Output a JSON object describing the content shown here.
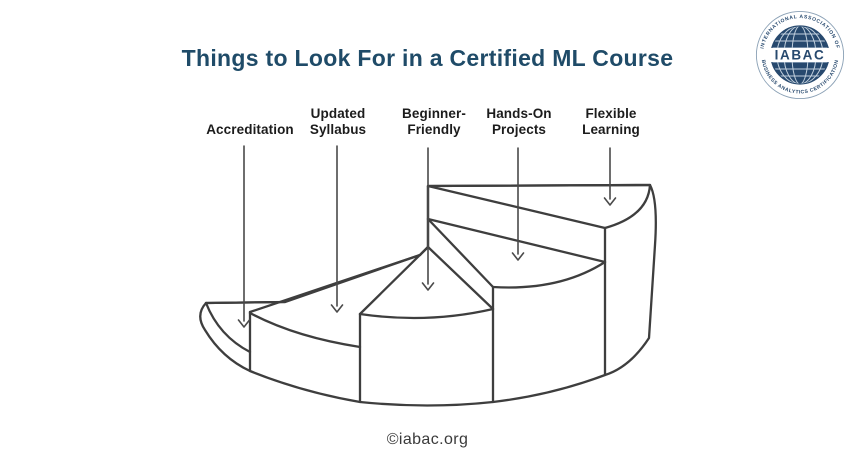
{
  "title": "Things to Look For in a Certified ML Course",
  "labels": [
    {
      "lines": [
        "Accreditation"
      ]
    },
    {
      "lines": [
        "Updated",
        "Syllabus"
      ]
    },
    {
      "lines": [
        "Beginner-",
        "Friendly"
      ]
    },
    {
      "lines": [
        "Hands-On",
        "Projects"
      ]
    },
    {
      "lines": [
        "Flexible",
        "Learning"
      ]
    }
  ],
  "footer": "©iabac.org",
  "logo": {
    "acronym": "IABAC",
    "ring_text_top": "INTERNATIONAL ASSOCIATION OF",
    "ring_text_bottom": "BUSINESS ANALYTICS CERTIFICATION"
  },
  "colors": {
    "title": "#1f4b68",
    "label": "#1c1c1c",
    "line": "#3e3e3e",
    "arrow": "#4a4a4a",
    "logo_navy": "#27496e"
  }
}
